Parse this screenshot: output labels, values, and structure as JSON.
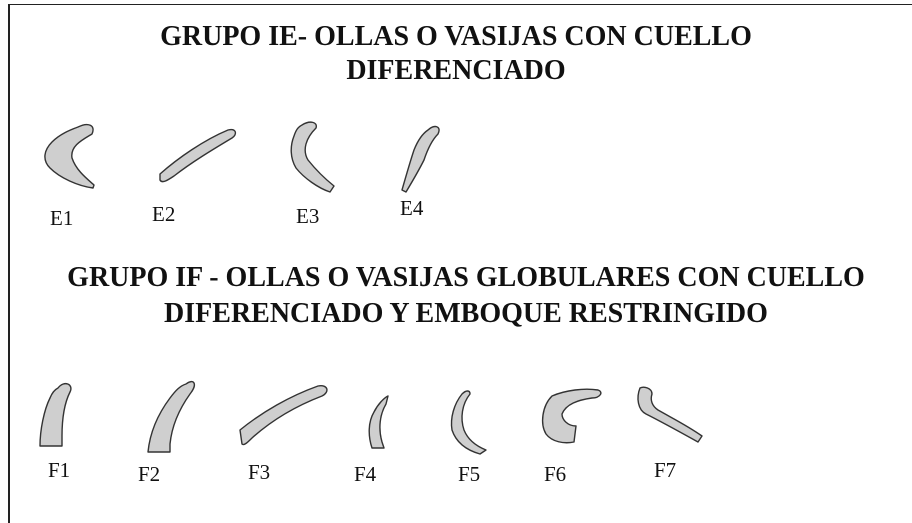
{
  "group_e": {
    "title_line1": "GRUPO IE- OLLAS O VASIJAS CON CUELLO",
    "title_line2": "DIFERENCIADO",
    "labels": [
      "E1",
      "E2",
      "E3",
      "E4"
    ]
  },
  "group_f": {
    "title_line1": "GRUPO IF - OLLAS O VASIJAS GLOBULARES CON CUELLO",
    "title_line2": "DIFERENCIADO Y EMBOQUE RESTRINGIDO",
    "labels": [
      "F1",
      "F2",
      "F3",
      "F4",
      "F5",
      "F6",
      "F7"
    ]
  },
  "colors": {
    "sherd_fill": "#cfcfcf",
    "outline": "#333333",
    "background": "#ffffff"
  }
}
